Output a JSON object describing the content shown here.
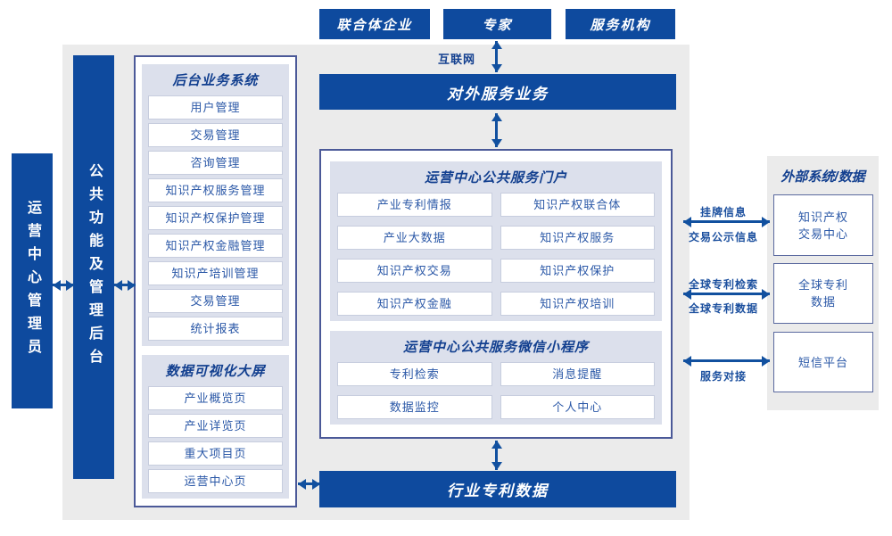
{
  "palette": {
    "primary_blue": "#0e4a9e",
    "panel_border": "#4b5998",
    "lavender": "#dce0ec",
    "item_border": "#c7cdde",
    "item_text": "#2b58a7",
    "title_text": "#123f8f",
    "background_gray": "#ebebeb",
    "arrow_blue": "#11509f"
  },
  "actors": {
    "enterprise": "联合体企业",
    "expert": "专家",
    "agency": "服务机构"
  },
  "network": {
    "internet_label": "互联网"
  },
  "bars": {
    "external_service": "对外服务业务",
    "industry_patent_data": "行业专利数据",
    "operator_admin": "运营中心管理员",
    "public_admin_backend": "公共功能及管理后台"
  },
  "backend_system": {
    "title": "后台业务系统",
    "items": [
      "用户管理",
      "交易管理",
      "咨询管理",
      "知识产权服务管理",
      "知识产权保护管理",
      "知识产权金融管理",
      "知识产培训管理",
      "交易管理",
      "统计报表"
    ]
  },
  "dashboard": {
    "title": "数据可视化大屏",
    "items": [
      "产业概览页",
      "产业详览页",
      "重大项目页",
      "运营中心页"
    ]
  },
  "portal": {
    "title": "运营中心公共服务门户",
    "items": [
      "产业专利情报",
      "知识产权联合体",
      "产业大数据",
      "知识产权服务",
      "知识产权交易",
      "知识产权保护",
      "知识产权金融",
      "知识产权培训"
    ]
  },
  "miniapp": {
    "title": "运营中心公共服务微信小程序",
    "items": [
      "专利检索",
      "消息提醒",
      "数据监控",
      "个人中心"
    ]
  },
  "external_systems": {
    "title": "外部系统/数据",
    "boxes": [
      "知识产权\n交易中心",
      "全球专利\n数据",
      "短信平台"
    ]
  },
  "links": {
    "listing_up": "挂牌信息",
    "listing_down": "交易公示信息",
    "global_patent_search": "全球专利检索",
    "global_patent_data": "全球专利数据",
    "service_connect": "服务对接"
  }
}
